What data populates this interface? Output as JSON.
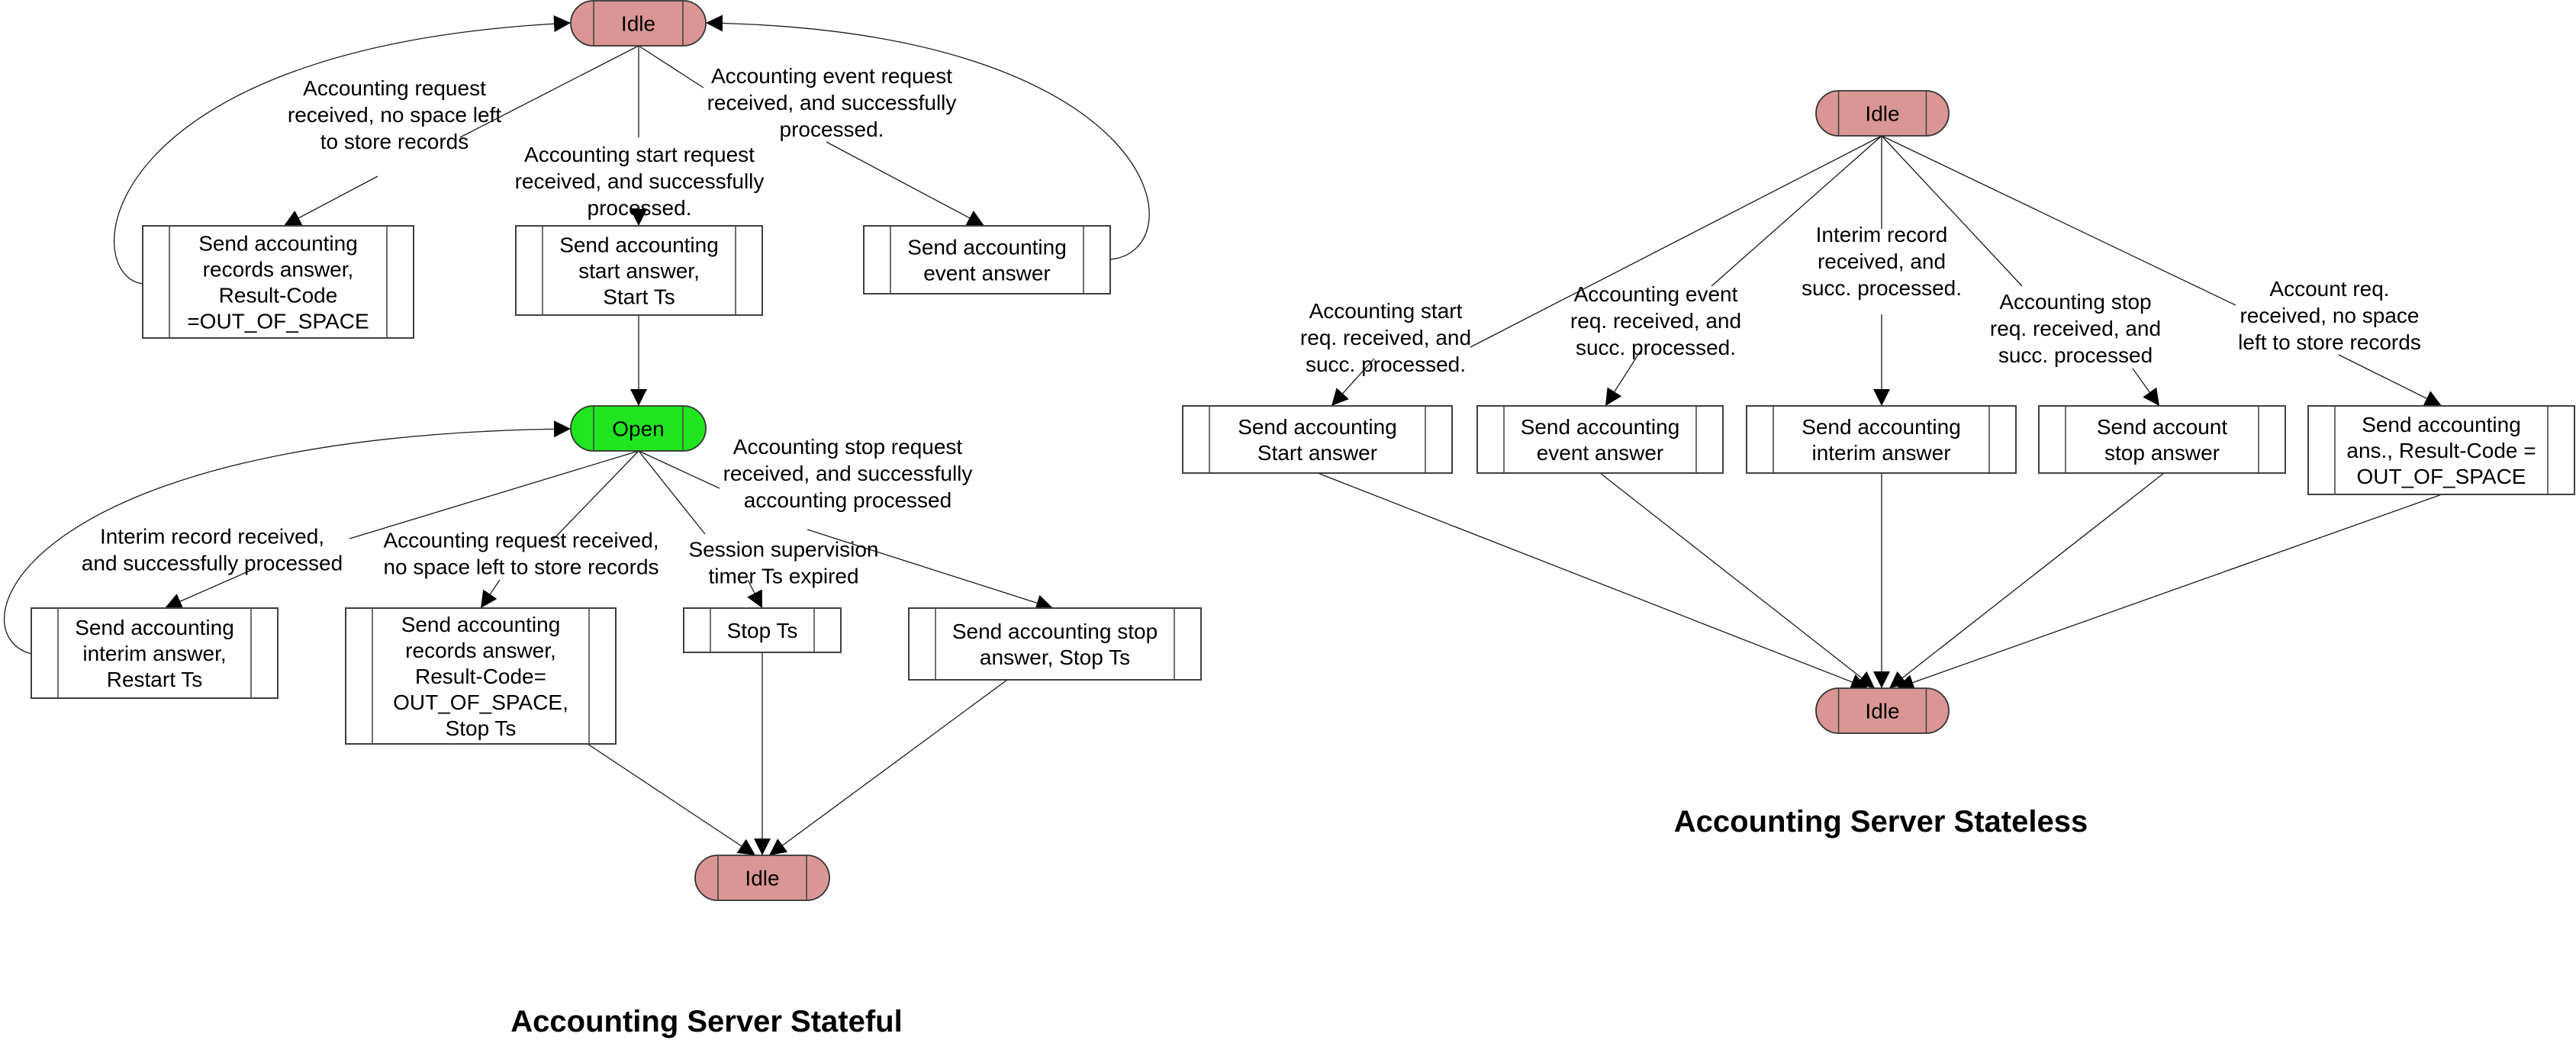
{
  "colors": {
    "idle_fill": "#D99694",
    "open_fill": "#1FE61F",
    "box_fill": "#FFFFFF",
    "line": "#1A1A1A"
  },
  "stateful": {
    "title": "Accounting Server Stateful",
    "states": {
      "idle_top": {
        "label": "Idle",
        "kind": "idle"
      },
      "open": {
        "label": "Open",
        "kind": "open"
      },
      "idle_bottom": {
        "label": "Idle",
        "kind": "idle"
      }
    },
    "actions": {
      "records_oos": {
        "lines": [
          "Send accounting",
          "records answer,",
          "Result-Code",
          "=OUT_OF_SPACE"
        ]
      },
      "start_answer": {
        "lines": [
          "Send accounting",
          "start answer,",
          "Start Ts"
        ]
      },
      "event_answer": {
        "lines": [
          "Send accounting",
          "event answer"
        ]
      },
      "interim_answer": {
        "lines": [
          "Send accounting",
          "interim answer,",
          "Restart Ts"
        ]
      },
      "records_oos_stop": {
        "lines": [
          "Send accounting",
          "records answer,",
          "Result-Code=",
          "OUT_OF_SPACE,",
          "Stop Ts"
        ]
      },
      "stop_ts": {
        "lines": [
          "Stop Ts"
        ]
      },
      "stop_answer": {
        "lines": [
          "Send accounting stop",
          "answer, Stop Ts"
        ]
      }
    },
    "transitions": {
      "t_no_space": {
        "lines": [
          "Accounting request",
          "received, no space left",
          "to store records"
        ]
      },
      "t_start": {
        "lines": [
          "Accounting start request",
          "received, and successfully",
          "processed."
        ]
      },
      "t_event": {
        "lines": [
          "Accounting event request",
          "received, and successfully",
          "processed."
        ]
      },
      "t_interim": {
        "lines": [
          "Interim record received,",
          "and successfully processed"
        ]
      },
      "t_no_space_open": {
        "lines": [
          "Accounting request received,",
          "no space left to store records"
        ]
      },
      "t_timer": {
        "lines": [
          "Session supervision",
          "timer Ts expired"
        ]
      },
      "t_stop": {
        "lines": [
          "Accounting stop request",
          "received, and successfully",
          "accounting processed"
        ]
      }
    }
  },
  "stateless": {
    "title": "Accounting Server Stateless",
    "states": {
      "idle_top": {
        "label": "Idle",
        "kind": "idle"
      },
      "idle_bottom": {
        "label": "Idle",
        "kind": "idle"
      }
    },
    "actions": {
      "start_answer": {
        "lines": [
          "Send accounting",
          "Start answer"
        ]
      },
      "event_answer": {
        "lines": [
          "Send accounting",
          "event answer"
        ]
      },
      "interim_answer": {
        "lines": [
          "Send accounting",
          "interim answer"
        ]
      },
      "stop_answer": {
        "lines": [
          "Send account",
          "stop answer"
        ]
      },
      "oos_answer": {
        "lines": [
          "Send accounting",
          "ans., Result-Code =",
          "OUT_OF_SPACE"
        ]
      }
    },
    "transitions": {
      "t_start": {
        "lines": [
          "Accounting start",
          "req. received, and",
          "succ. processed."
        ]
      },
      "t_event": {
        "lines": [
          "Accounting event",
          "req. received, and",
          "succ. processed."
        ]
      },
      "t_interim": {
        "lines": [
          "Interim record",
          "received, and",
          "succ. processed."
        ]
      },
      "t_stop": {
        "lines": [
          "Accounting stop",
          "req. received, and",
          "succ. processed"
        ]
      },
      "t_no_space": {
        "lines": [
          "Account req.",
          "received, no space",
          "left to store records"
        ]
      }
    }
  }
}
